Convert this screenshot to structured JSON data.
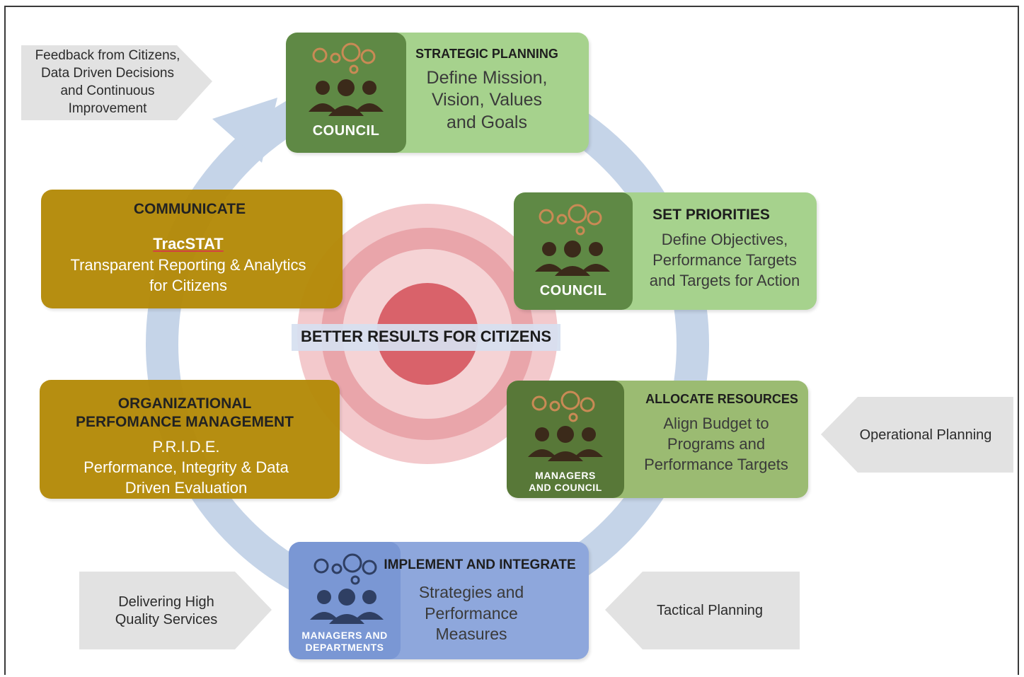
{
  "colors": {
    "ring": "#c5d4e8",
    "green_light": "#a6d28d",
    "green_dark": "#5f8945",
    "olive_light": "#9bbb72",
    "olive_dark": "#587838",
    "blue_light": "#8ea7dc",
    "blue_dark": "#6f8fcf",
    "gold": "#b48a08",
    "target_outer": "#f3c9cc",
    "target_ring": "#e89ea4",
    "target_center": "#d9626a",
    "arrow_gray": "#e2e2e2"
  },
  "icons": [
    "gears-icon",
    "people-group-icon"
  ],
  "center": {
    "label": "BETTER RESULTS FOR CITIZENS"
  },
  "strategic": {
    "role": "COUNCIL",
    "title": "STRATEGIC PLANNING",
    "line1": "Define Mission,",
    "line2": "Vision, Values",
    "line3": "and Goals"
  },
  "priorities": {
    "role": "COUNCIL",
    "title": "SET PRIORITIES",
    "line1": "Define Objectives,",
    "line2": "Performance Targets",
    "line3": "and Targets for Action"
  },
  "allocate": {
    "role1": "MANAGERS",
    "role2": "AND COUNCIL",
    "title": "ALLOCATE RESOURCES",
    "line1": "Align Budget to",
    "line2": "Programs and",
    "line3": "Performance Targets"
  },
  "implement": {
    "role1": "MANAGERS AND",
    "role2": "DEPARTMENTS",
    "title": "IMPLEMENT AND INTEGRATE",
    "line1": "Strategies and",
    "line2": "Performance",
    "line3": "Measures"
  },
  "communicate": {
    "title": "COMMUNICATE",
    "subtitle": "TracSTAT",
    "line1": "Transparent Reporting & Analytics",
    "line2": "for Citizens"
  },
  "opm": {
    "title1": "ORGANIZATIONAL",
    "title2": "PERFOMANCE MANAGEMENT",
    "line1": "P.R.I.D.E.",
    "line2": "Performance, Integrity & Data",
    "line3": "Driven Evaluation"
  },
  "side": {
    "feedback1": "Feedback from Citizens,",
    "feedback2": "Data Driven Decisions",
    "feedback3": "and Continuous",
    "feedback4": "Improvement",
    "operational": "Operational Planning",
    "tactical": "Tactical Planning",
    "delivering1": "Delivering High",
    "delivering2": "Quality Services"
  }
}
